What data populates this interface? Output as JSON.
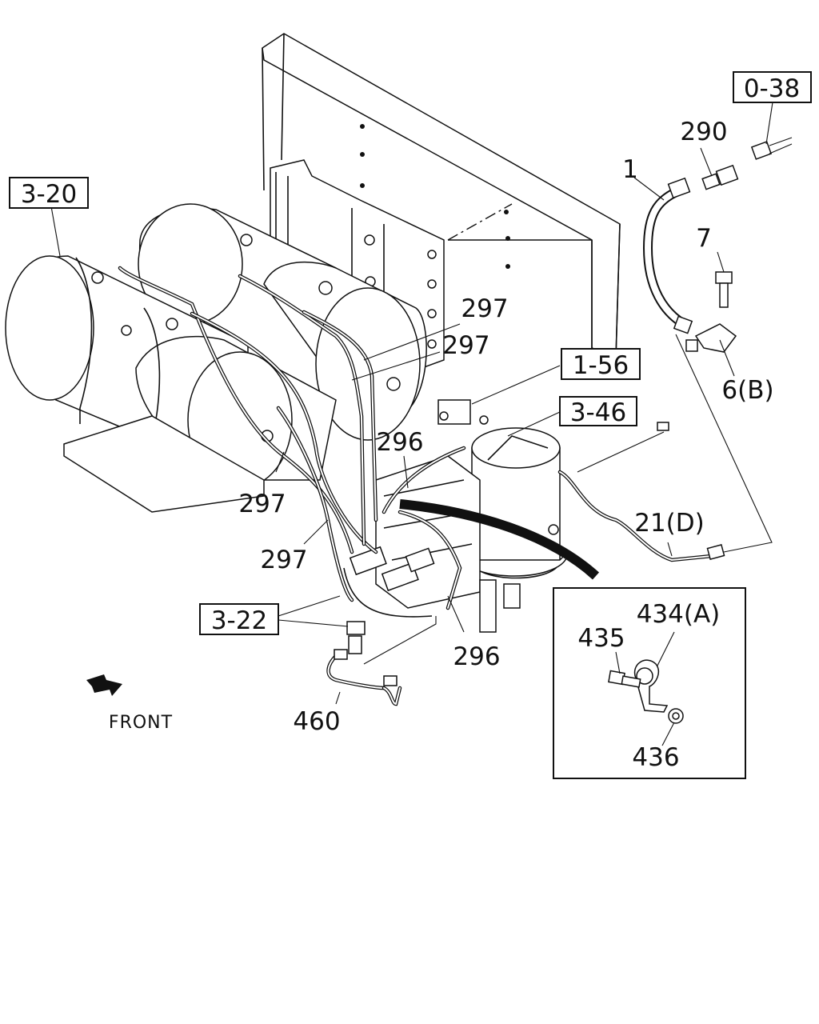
{
  "labels": {
    "ref_0_38": "0-38",
    "ref_3_20": "3-20",
    "ref_1_56": "1-56",
    "ref_3_46": "3-46",
    "ref_3_22": "3-22",
    "p290": "290",
    "p1": "1",
    "p7": "7",
    "p6b": "6(B)",
    "p297a": "297",
    "p297b": "297",
    "p297c": "297",
    "p297d": "297",
    "p296a": "296",
    "p296b": "296",
    "p21d": "21(D)",
    "p434a": "434(A)",
    "p435": "435",
    "p436": "436",
    "p460": "460",
    "front": "FRONT"
  },
  "icons": {
    "front_arrow": "front-arrow-icon"
  }
}
